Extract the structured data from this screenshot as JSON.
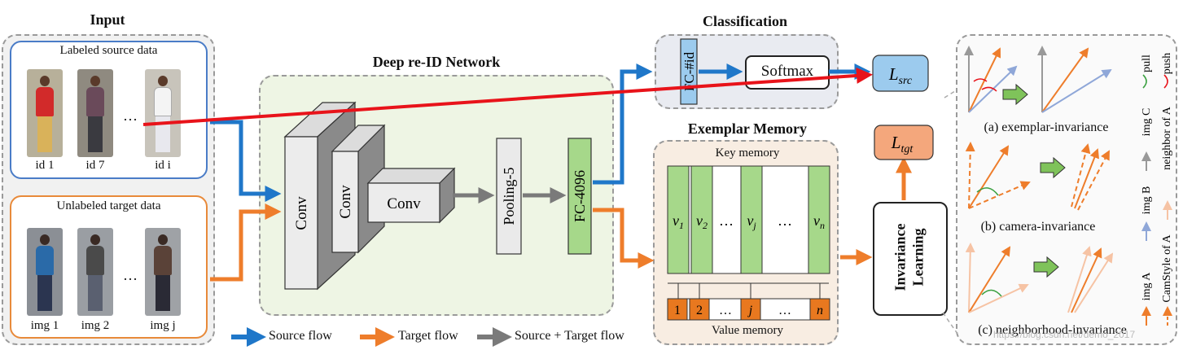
{
  "input": {
    "title": "Input",
    "source_box": {
      "label": "Labeled source data",
      "ids": [
        "id 1",
        "id 7",
        "id i"
      ],
      "ellipsis": "…"
    },
    "target_box": {
      "label": "Unlabeled target data",
      "imgs": [
        "img 1",
        "img 2",
        "img j"
      ],
      "ellipsis": "…"
    }
  },
  "network": {
    "title": "Deep re-ID Network",
    "conv_labels": [
      "Conv",
      "Conv",
      "Conv"
    ],
    "pooling": "Pooling-5",
    "fc": "FC-4096"
  },
  "classification": {
    "title": "Classification",
    "fc_id": "FC-#id",
    "softmax": "Softmax",
    "loss": "L_src"
  },
  "memory": {
    "title": "Exemplar Memory",
    "key_label": "Key memory",
    "value_label": "Value memory",
    "key_slots": [
      "v1",
      "v2",
      "…",
      "vj",
      "…",
      "vn"
    ],
    "value_slots": [
      "1",
      "2",
      "…",
      "j",
      "…",
      "n"
    ],
    "loss": "L_tgt",
    "invariance": [
      "Invariance",
      "Learning"
    ]
  },
  "invariance_panel": {
    "captions": [
      "(a) exemplar-invariance",
      "(b) camera-invariance",
      "(c) neighborhood-invariance"
    ],
    "legend": [
      "pull",
      "push",
      "img C",
      "neighbor of A",
      "img B",
      "CamStyle of A",
      "img A"
    ]
  },
  "flow_legend": [
    "Source flow",
    "Target flow",
    "Source + Target flow"
  ],
  "watermark": "https://blog.csdn.net/demo_2017",
  "colors": {
    "source": "#1f77c9",
    "target": "#ee7d2b",
    "combined": "#7a7a7a",
    "green_block": "#a6d88a",
    "memory_orange": "#e8781f",
    "loss_blue": "#9ccbee",
    "loss_orange": "#f4a77c"
  }
}
